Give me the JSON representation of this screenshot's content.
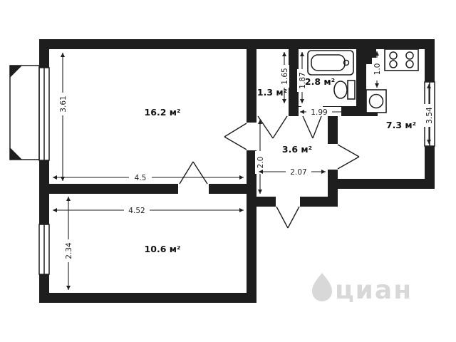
{
  "colors": {
    "wall": "#1e1e1e",
    "ink": "#1e1e1e",
    "watermark": "#d8d8d8",
    "bg": "#ffffff"
  },
  "rooms": {
    "living": {
      "area_label": "16.2 м²"
    },
    "corridor": {
      "area_label": "1.3 м²"
    },
    "bathroom": {
      "area_label": "2.8 м²"
    },
    "kitchen": {
      "area_label": "7.3 м²"
    },
    "hallway": {
      "area_label": "3.6 м²"
    },
    "bedroom": {
      "area_label": "10.6 м²"
    }
  },
  "dimensions": {
    "living_height": "3.61",
    "living_width": "4.5",
    "bedroom_width": "4.52",
    "bedroom_height": "2.34",
    "corridor_depth": "1.65",
    "bathroom_depth": "1.87",
    "bathroom_width": "1.99",
    "hallway_depth": "2.0",
    "hallway_width": "2.07",
    "kitchen_nook": "1.0",
    "kitchen_depth": "3.54"
  },
  "watermark": {
    "brand": "циан"
  }
}
